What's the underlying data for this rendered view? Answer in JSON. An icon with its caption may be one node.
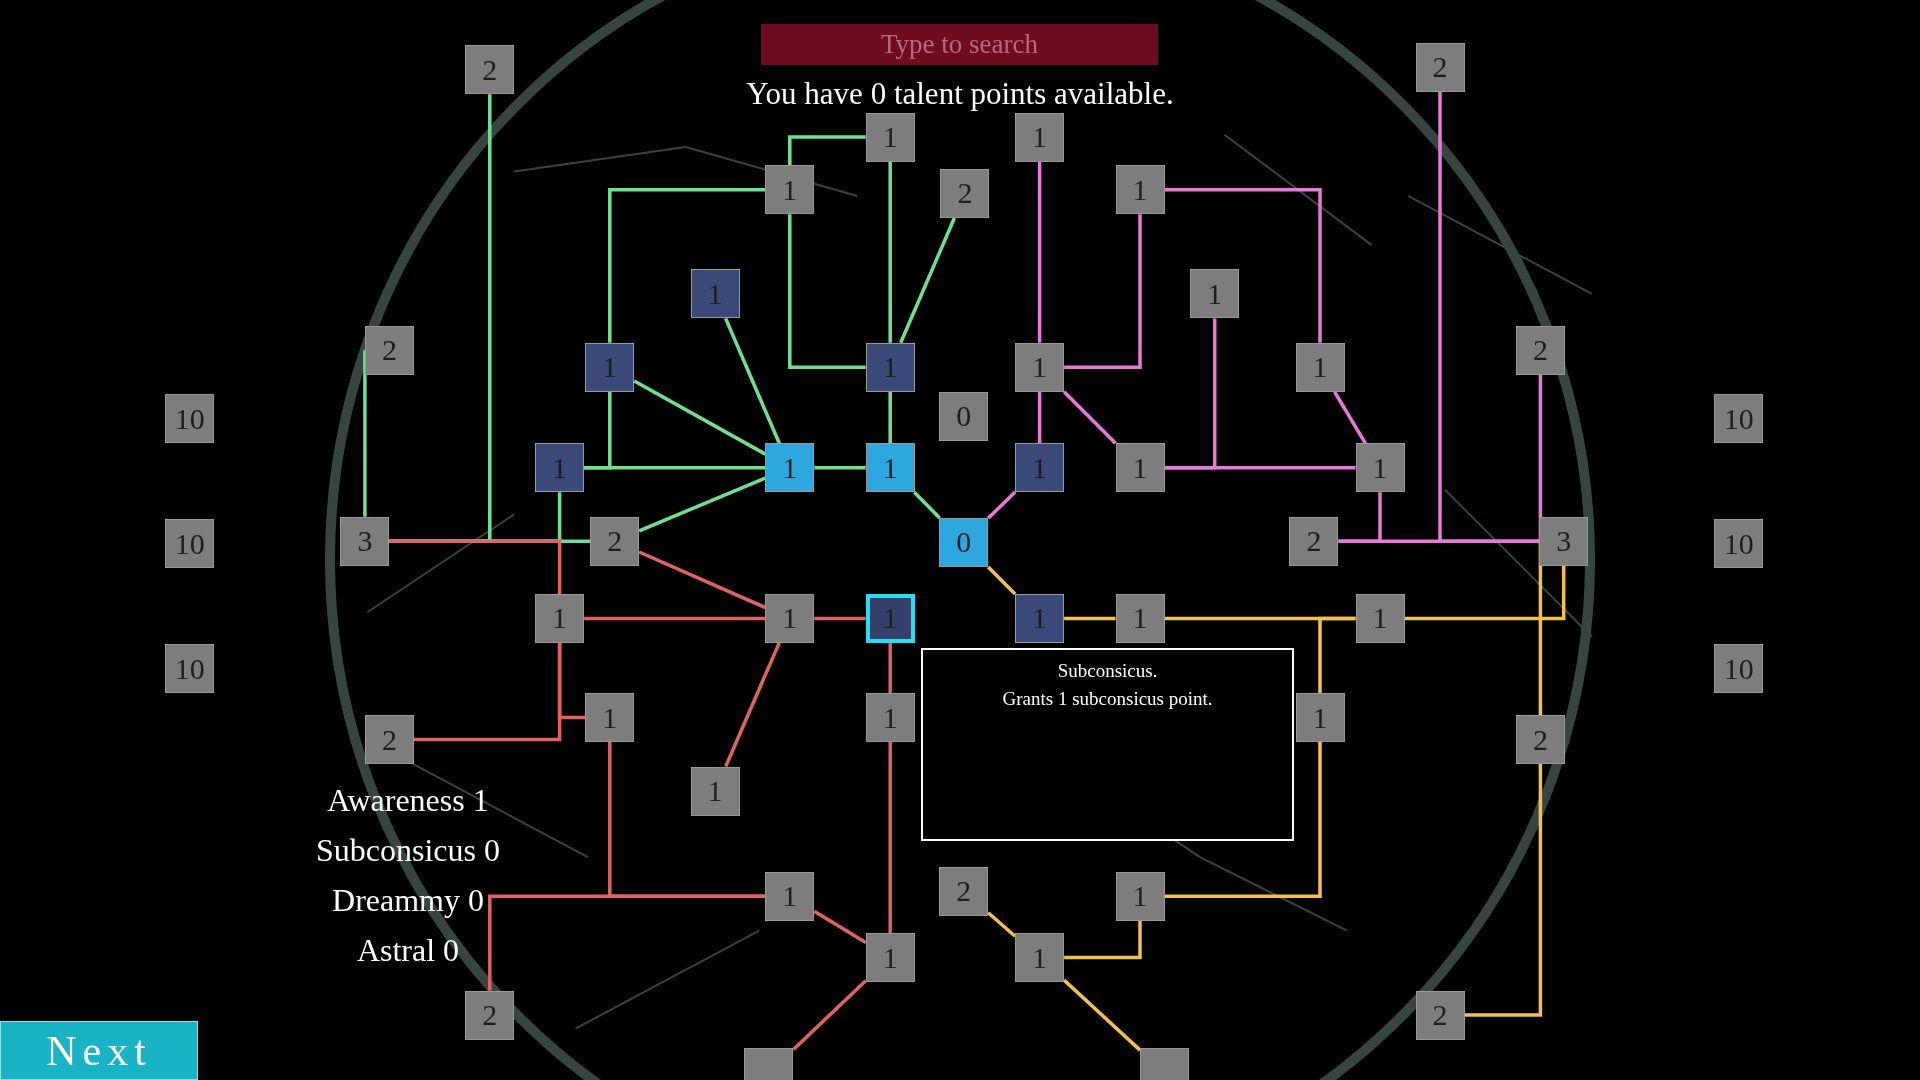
{
  "diagram": {
    "title": "You have 0 talent points available.",
    "nodes": [
      {
        "text": [
          "2"
        ]
      },
      {
        "text": [
          "2"
        ]
      },
      {
        "text": [
          "1"
        ]
      },
      {
        "text": [
          "1"
        ]
      },
      {
        "text": [
          "1"
        ]
      },
      {
        "text": [
          "2"
        ]
      },
      {
        "text": [
          "1"
        ]
      },
      {
        "text": [
          "1"
        ]
      },
      {
        "text": [
          "1"
        ]
      },
      {
        "text": [
          "2"
        ]
      },
      {
        "text": [
          "1"
        ]
      },
      {
        "text": [
          "1"
        ]
      },
      {
        "text": [
          "1"
        ]
      },
      {
        "text": [
          "1"
        ]
      },
      {
        "text": [
          "2"
        ]
      },
      {
        "text": [
          "10"
        ]
      },
      {
        "text": [
          "0"
        ]
      },
      {
        "text": [
          "10"
        ]
      },
      {
        "text": [
          "1"
        ]
      },
      {
        "text": [
          "1"
        ]
      },
      {
        "text": [
          "1"
        ]
      },
      {
        "text": [
          "1"
        ]
      },
      {
        "text": [
          "1"
        ]
      },
      {
        "text": [
          "1"
        ]
      },
      {
        "text": [
          "10"
        ]
      },
      {
        "text": [
          "3"
        ]
      },
      {
        "text": [
          "2"
        ]
      },
      {
        "text": [
          "0"
        ]
      },
      {
        "text": [
          "2"
        ]
      },
      {
        "text": [
          "3"
        ]
      },
      {
        "text": [
          "10"
        ]
      },
      {
        "text": [
          "1"
        ]
      },
      {
        "text": [
          "1"
        ]
      },
      {
        "text": [
          "1"
        ]
      },
      {
        "text": [
          "1"
        ]
      },
      {
        "text": [
          "1"
        ]
      },
      {
        "text": [
          "1"
        ]
      },
      {
        "text": [
          "10"
        ]
      },
      {
        "text": [
          "10"
        ]
      },
      {
        "text": [
          "1"
        ]
      },
      {
        "text": [
          "1"
        ]
      },
      {
        "text": [
          "1"
        ]
      },
      {
        "text": [
          "2"
        ]
      },
      {
        "text": [
          "2"
        ]
      },
      {
        "text": [
          "1"
        ]
      },
      {
        "text": [
          "1"
        ]
      },
      {
        "text": [
          "2"
        ]
      },
      {
        "text": [
          "1"
        ]
      },
      {
        "text": [
          "1"
        ]
      },
      {
        "text": [
          "1"
        ]
      },
      {
        "text": [
          "2"
        ]
      },
      {
        "text": [
          "2"
        ]
      },
      {
        "text": [],
        "shape": "box"
      },
      {
        "text": [],
        "shape": "box"
      },
      {
        "text": [
          "Subconsicus.",
          "Grants 1 subconsicus point."
        ]
      }
    ],
    "edges": [
      {
        "from": 0,
        "to": 25,
        "arrow": "none"
      },
      {
        "from": 9,
        "to": 25,
        "arrow": "none"
      },
      {
        "from": 4,
        "to": 2,
        "arrow": "none"
      },
      {
        "from": 4,
        "to": 10,
        "arrow": "none"
      },
      {
        "from": 10,
        "to": 18,
        "arrow": "none"
      },
      {
        "from": 4,
        "to": 11,
        "arrow": "none"
      },
      {
        "from": 2,
        "to": 11,
        "arrow": "none"
      },
      {
        "from": 5,
        "to": 11,
        "arrow": "none"
      },
      {
        "from": 11,
        "to": 20,
        "arrow": "none"
      },
      {
        "from": 10,
        "to": 19,
        "arrow": "none"
      },
      {
        "from": 7,
        "to": 19,
        "arrow": "none"
      },
      {
        "from": 18,
        "to": 19,
        "arrow": "none"
      },
      {
        "from": 19,
        "to": 20,
        "arrow": "none"
      },
      {
        "from": 19,
        "to": 26,
        "arrow": "none"
      },
      {
        "from": 25,
        "to": 26,
        "arrow": "none"
      },
      {
        "from": 25,
        "to": 18,
        "arrow": "none"
      },
      {
        "from": 20,
        "to": 27,
        "arrow": "none"
      },
      {
        "from": 1,
        "to": 29,
        "arrow": "none",
        "color": "#e77ad8"
      },
      {
        "from": 14,
        "to": 29,
        "arrow": "none",
        "color": "#e77ad8"
      },
      {
        "from": 3,
        "to": 12,
        "arrow": "none",
        "color": "#e77ad8"
      },
      {
        "from": 6,
        "to": 12,
        "arrow": "none",
        "color": "#e77ad8"
      },
      {
        "from": 6,
        "to": 13,
        "arrow": "none",
        "color": "#e77ad8"
      },
      {
        "from": 8,
        "to": 22,
        "arrow": "none",
        "color": "#e77ad8"
      },
      {
        "from": 12,
        "to": 22,
        "arrow": "none",
        "color": "#e77ad8"
      },
      {
        "from": 22,
        "to": 23,
        "arrow": "none",
        "color": "#e77ad8"
      },
      {
        "from": 13,
        "to": 23,
        "arrow": "none",
        "color": "#e77ad8"
      },
      {
        "from": 12,
        "to": 21,
        "arrow": "none",
        "color": "#e77ad8"
      },
      {
        "from": 21,
        "to": 27,
        "arrow": "none",
        "color": "#e77ad8"
      },
      {
        "from": 23,
        "to": 28,
        "arrow": "none",
        "color": "#e77ad8"
      },
      {
        "from": 28,
        "to": 29,
        "arrow": "none",
        "color": "#e77ad8"
      },
      {
        "from": 25,
        "to": 31,
        "arrow": "none",
        "color": "#e06262"
      },
      {
        "from": 31,
        "to": 32,
        "arrow": "none",
        "color": "#e06262"
      },
      {
        "from": 32,
        "to": 33,
        "arrow": "none",
        "color": "#e06262"
      },
      {
        "from": 26,
        "to": 32,
        "arrow": "none",
        "color": "#e06262"
      },
      {
        "from": 31,
        "to": 39,
        "arrow": "none",
        "color": "#e06262"
      },
      {
        "from": 42,
        "to": 31,
        "arrow": "none",
        "color": "#e06262"
      },
      {
        "from": 39,
        "to": 45,
        "arrow": "none",
        "color": "#e06262"
      },
      {
        "from": 32,
        "to": 44,
        "arrow": "none",
        "color": "#e06262"
      },
      {
        "from": 33,
        "to": 40,
        "arrow": "none",
        "color": "#e06262"
      },
      {
        "from": 40,
        "to": 48,
        "arrow": "none",
        "color": "#e06262"
      },
      {
        "from": 45,
        "to": 48,
        "arrow": "none",
        "color": "#e06262"
      },
      {
        "from": 50,
        "to": 45,
        "arrow": "none",
        "color": "#e06262"
      },
      {
        "from": 48,
        "to": 52,
        "arrow": "none",
        "color": "#e06262"
      },
      {
        "from": 27,
        "to": 34,
        "arrow": "none",
        "color": "#f2c14e"
      },
      {
        "from": 34,
        "to": 35,
        "arrow": "none",
        "color": "#f2c14e"
      },
      {
        "from": 35,
        "to": 36,
        "arrow": "none",
        "color": "#f2c14e"
      },
      {
        "from": 36,
        "to": 29,
        "arrow": "none",
        "color": "#f2c14e"
      },
      {
        "from": 43,
        "to": 29,
        "arrow": "none",
        "color": "#f2c14e"
      },
      {
        "from": 51,
        "to": 43,
        "arrow": "none",
        "color": "#f2c14e"
      },
      {
        "from": 36,
        "to": 41,
        "arrow": "none",
        "color": "#f2c14e"
      },
      {
        "from": 41,
        "to": 47,
        "arrow": "none",
        "color": "#f2c14e"
      },
      {
        "from": 47,
        "to": 49,
        "arrow": "none",
        "color": "#f2c14e"
      },
      {
        "from": 46,
        "to": 49,
        "arrow": "none",
        "color": "#f2c14e"
      },
      {
        "from": 49,
        "to": 53,
        "arrow": "none",
        "color": "#f2c14e"
      }
    ],
    "labels": [
      "Type to search",
      "Awareness 1",
      "Subconsicus 0",
      "Dreammy 0",
      "Astral 0",
      "Next"
    ]
  }
}
